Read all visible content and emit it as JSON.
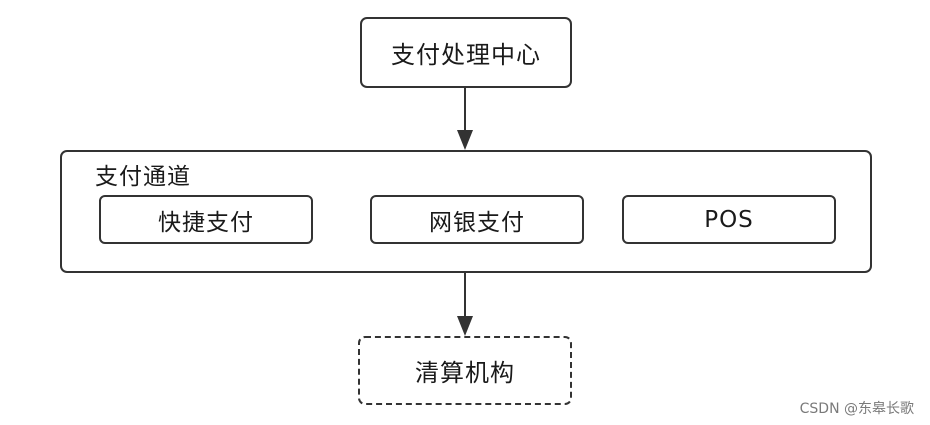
{
  "nodes": {
    "center": "支付处理中心",
    "group_title": "支付通道",
    "channels": [
      "快捷支付",
      "网银支付",
      "POS"
    ],
    "clearing": "清算机构"
  },
  "watermark": "CSDN @东皋长歌",
  "colors": {
    "stroke": "#333333",
    "background": "#ffffff",
    "watermark": "#7a7a7a"
  }
}
